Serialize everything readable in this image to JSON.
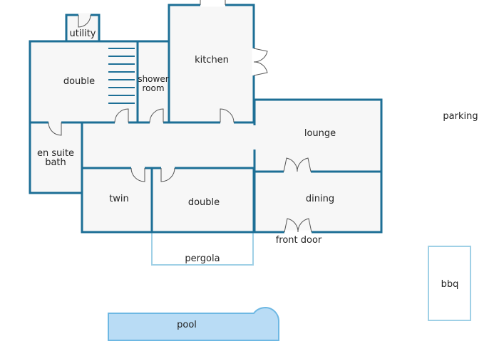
{
  "rooms": {
    "utility": "utility",
    "double_main": "double",
    "shower_line1": "shower",
    "shower_line2": "room",
    "kitchen": "kitchen",
    "lounge": "lounge",
    "ensuite_line1": "en suite",
    "ensuite_line2": "bath",
    "twin": "twin",
    "double_small": "double",
    "dining": "dining"
  },
  "outside": {
    "parking": "parking",
    "front_door": "front door",
    "pergola": "pergola",
    "bbq": "bbq",
    "pool": "pool"
  },
  "colors": {
    "wall": "#1d6f96",
    "outline_light": "#9fd0e6",
    "pool_fill": "#b9dcf5",
    "room_fill": "#f7f7f7"
  }
}
